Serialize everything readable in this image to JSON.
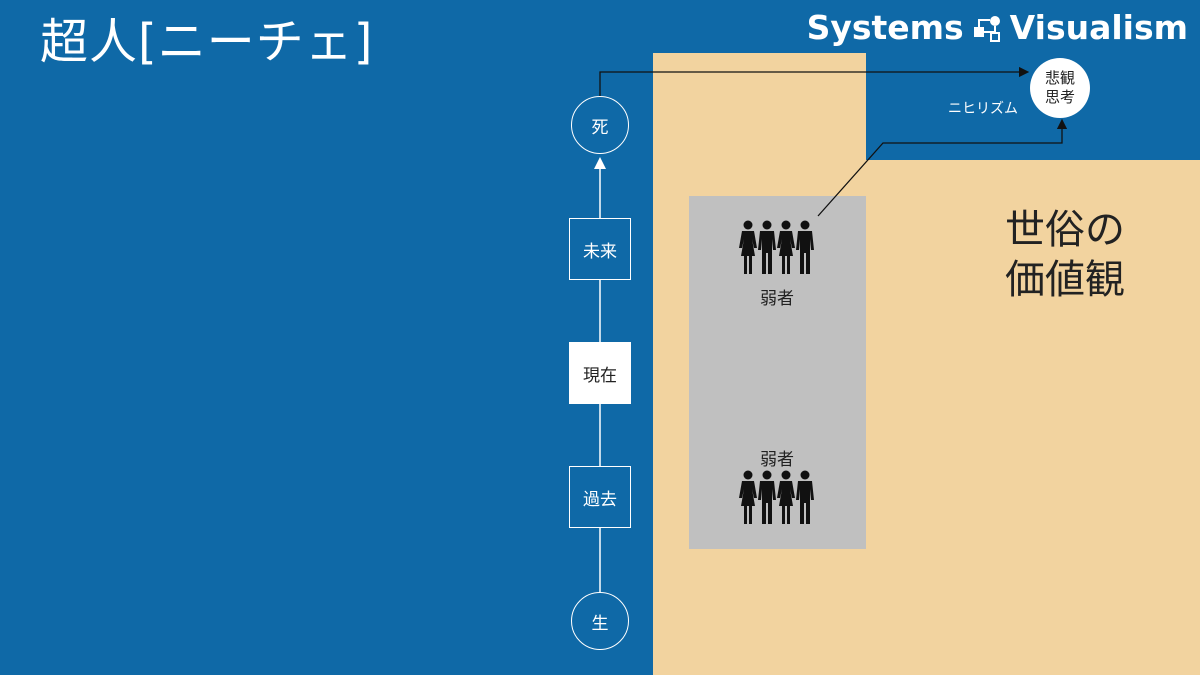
{
  "title": "超人[ニーチェ]",
  "brand": {
    "text": "Systems Visualism",
    "left": "Systems",
    "right": "Visualism"
  },
  "timeline": {
    "birth": "生",
    "past": "過去",
    "present": "現在",
    "future": "未来",
    "death": "死"
  },
  "pessimism": {
    "line1": "悲観",
    "line2": "思考"
  },
  "nihilism_label": "ニヒリズム",
  "weak_groups": [
    {
      "label": "弱者"
    },
    {
      "label": "弱者"
    }
  ],
  "worldly_values": {
    "line1": "世俗の",
    "line2": "価値観"
  },
  "colors": {
    "background": "#0f69a7",
    "beige": "#f2d39f",
    "gray": "#c0c0c0",
    "white": "#ffffff"
  }
}
